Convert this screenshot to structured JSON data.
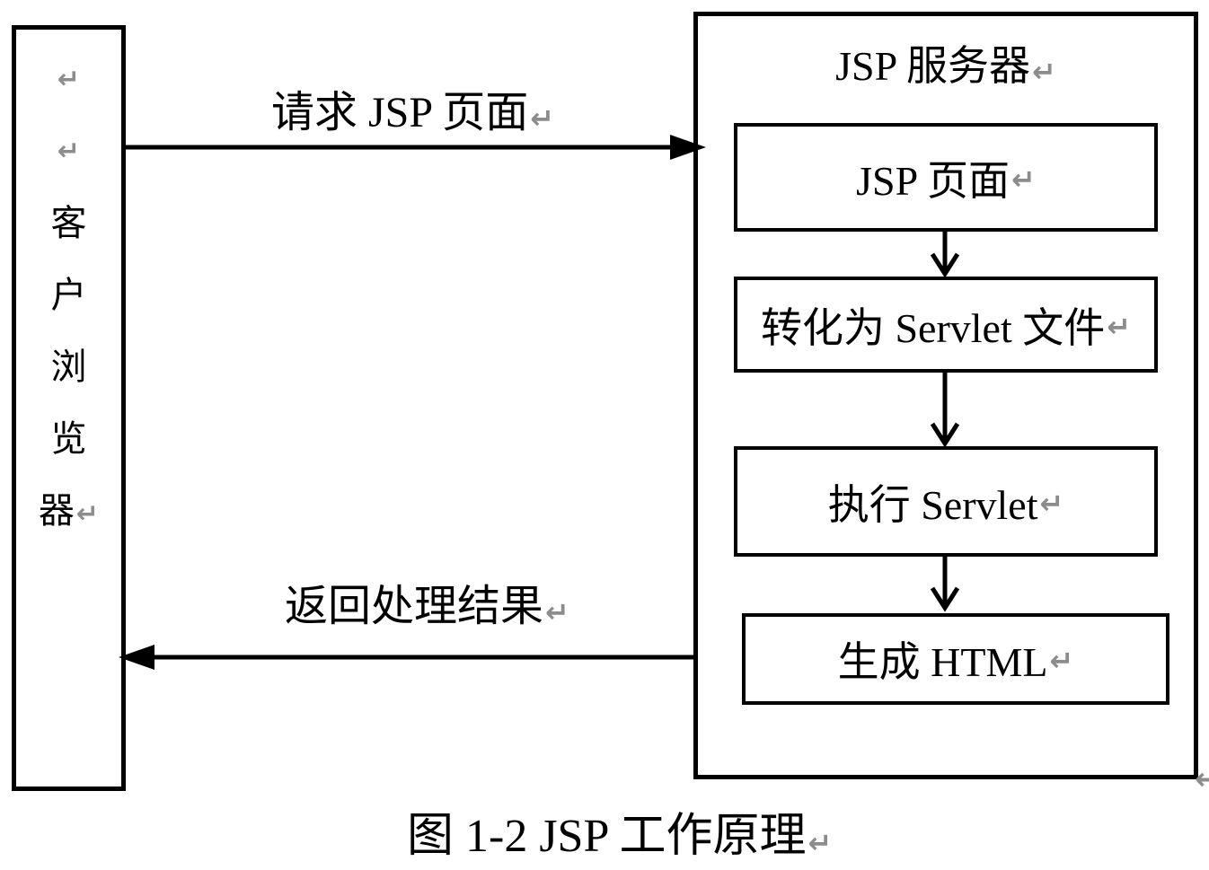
{
  "palette": {
    "ink": "#000000",
    "mark_gray": "#8c8c8c",
    "background": "#ffffff"
  },
  "marks": {
    "line_break": "↵"
  },
  "client_browser": {
    "label": "客户浏览器",
    "chars": [
      "客",
      "户",
      "浏",
      "览",
      "器"
    ]
  },
  "request_arrow": {
    "label": "请求 JSP 页面"
  },
  "response_arrow": {
    "label": "返回处理结果"
  },
  "jsp_server": {
    "title": "JSP 服务器",
    "steps": [
      {
        "label": "JSP 页面"
      },
      {
        "label": "转化为 Servlet 文件"
      },
      {
        "label": "执行 Servlet"
      },
      {
        "label": "生成 HTML"
      }
    ]
  },
  "caption": "图 1-2 JSP 工作原理"
}
